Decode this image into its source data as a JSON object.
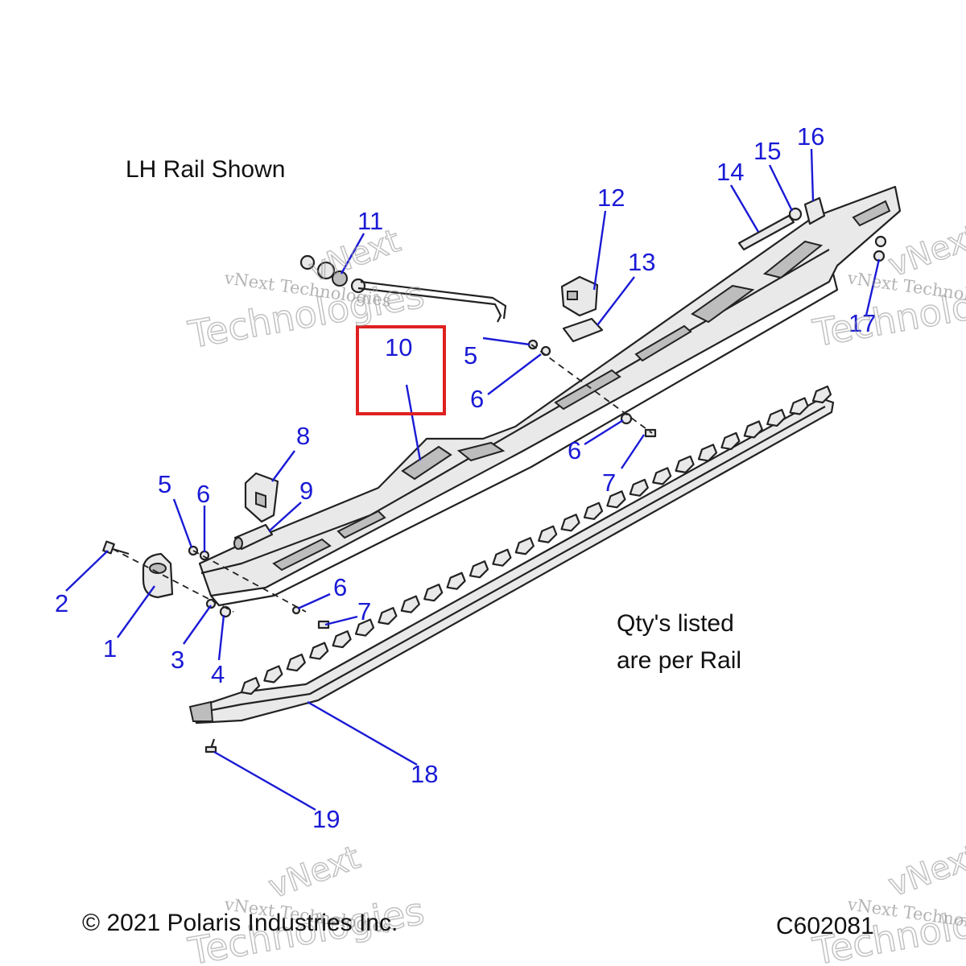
{
  "notes": {
    "rail_shown": "LH Rail Shown",
    "qty_line1": "Qty's listed",
    "qty_line2": "are per Rail",
    "copyright": "© 2021 Polaris Industries Inc.",
    "diagram_code": "C602081"
  },
  "watermark": {
    "line1": "vNext Technologies",
    "big_word": "Technologies",
    "vnext": "vNext"
  },
  "callouts": [
    {
      "id": "c1",
      "label": "1"
    },
    {
      "id": "c2",
      "label": "2"
    },
    {
      "id": "c3",
      "label": "3"
    },
    {
      "id": "c4",
      "label": "4"
    },
    {
      "id": "c5a",
      "label": "5"
    },
    {
      "id": "c5b",
      "label": "5"
    },
    {
      "id": "c6a",
      "label": "6"
    },
    {
      "id": "c6b",
      "label": "6"
    },
    {
      "id": "c6c",
      "label": "6"
    },
    {
      "id": "c6d",
      "label": "6"
    },
    {
      "id": "c7a",
      "label": "7"
    },
    {
      "id": "c7b",
      "label": "7"
    },
    {
      "id": "c8",
      "label": "8"
    },
    {
      "id": "c9",
      "label": "9"
    },
    {
      "id": "c10",
      "label": "10"
    },
    {
      "id": "c11",
      "label": "11"
    },
    {
      "id": "c12",
      "label": "12"
    },
    {
      "id": "c13",
      "label": "13"
    },
    {
      "id": "c14",
      "label": "14"
    },
    {
      "id": "c15",
      "label": "15"
    },
    {
      "id": "c16",
      "label": "16"
    },
    {
      "id": "c17",
      "label": "17"
    },
    {
      "id": "c18",
      "label": "18"
    },
    {
      "id": "c19",
      "label": "19"
    }
  ],
  "highlight": {
    "callout": "10",
    "color": "#e02020"
  },
  "colors": {
    "callout": "#1a1ad6",
    "highlight": "#e02020"
  }
}
